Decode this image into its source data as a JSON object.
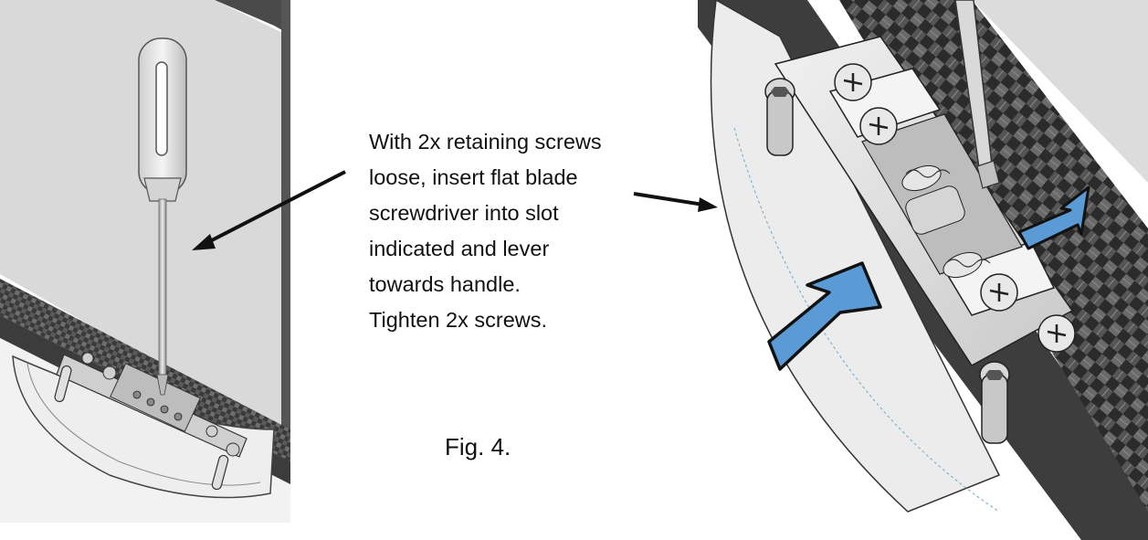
{
  "instructions": {
    "lines": [
      "With  2x retaining screws",
      "loose, insert flat blade",
      "screwdriver into slot",
      "indicated and lever",
      "towards handle.",
      "Tighten 2x screws."
    ]
  },
  "caption": "Fig. 4.",
  "colors": {
    "arrow_blue": "#5b9bd5",
    "arrow_outline": "#111111",
    "carbon_dark": "#2b2b2b",
    "panel_grey": "#d6d6d6"
  },
  "icons": {
    "screwdriver": "screwdriver-icon",
    "pointer_left": "pointer-arrow-left",
    "pointer_right": "pointer-arrow-right",
    "blue_arrow_small": "blue-arrow-slot",
    "blue_arrow_large": "blue-arrow-direction"
  }
}
